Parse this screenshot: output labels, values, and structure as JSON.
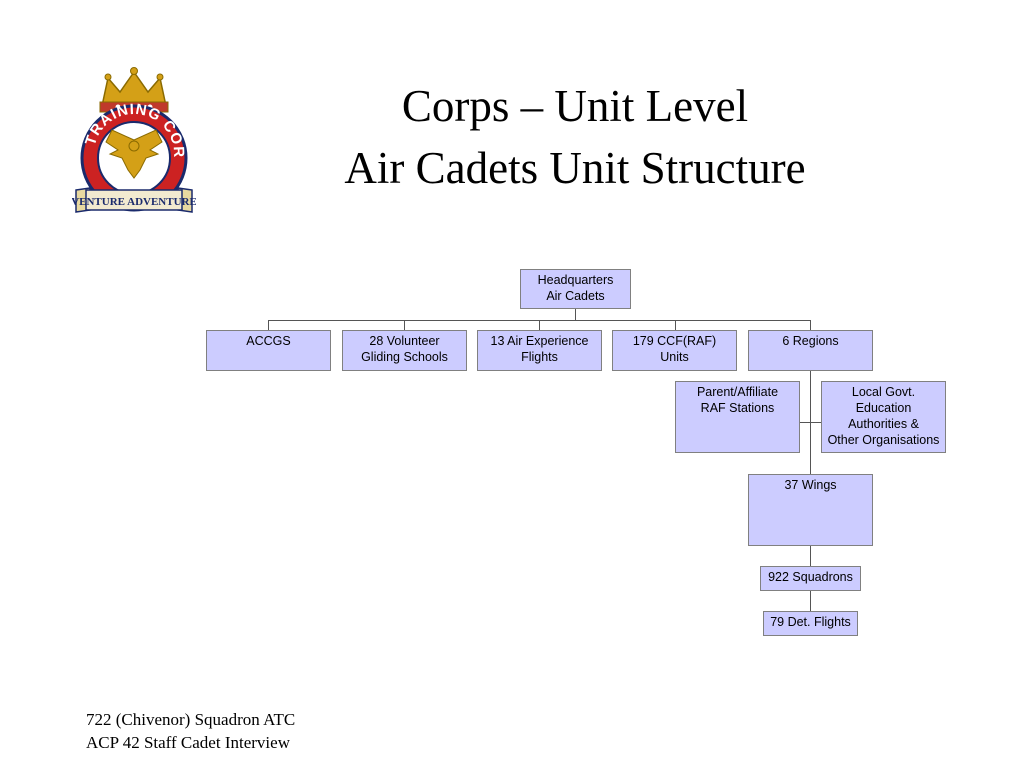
{
  "title": {
    "line1": "Corps – Unit Level",
    "line2": "Air Cadets Unit Structure"
  },
  "logo": {
    "ring_text": "AIR TRAINING CORPS",
    "motto": "VENTURE ADVENTURE",
    "icon": "eagle-crest-icon",
    "colors": {
      "ring": "#cc2222",
      "crown": "#d4a017",
      "navy": "#1a2a6c"
    }
  },
  "chart": {
    "hq": [
      "Headquarters",
      "Air Cadets"
    ],
    "level1": [
      [
        "ACCGS"
      ],
      [
        "28 Volunteer",
        "Gliding Schools"
      ],
      [
        "13 Air Experience",
        "Flights"
      ],
      [
        "179 CCF(RAF)",
        "Units"
      ],
      [
        "6 Regions"
      ]
    ],
    "parent_affiliate": [
      "Parent/Affiliate",
      "RAF Stations"
    ],
    "local_govt": [
      "Local Govt.",
      "Education",
      "Authorities &",
      "Other Organisations"
    ],
    "wings": [
      "37 Wings"
    ],
    "squadrons": [
      "922 Squadrons"
    ],
    "det_flights": [
      "79 Det. Flights"
    ],
    "colors": {
      "box_fill": "#ccccff",
      "box_border": "#808080",
      "connector": "#555555"
    }
  },
  "footer": {
    "line1": "722 (Chivenor) Squadron ATC",
    "line2": "ACP 42 Staff Cadet Interview"
  }
}
